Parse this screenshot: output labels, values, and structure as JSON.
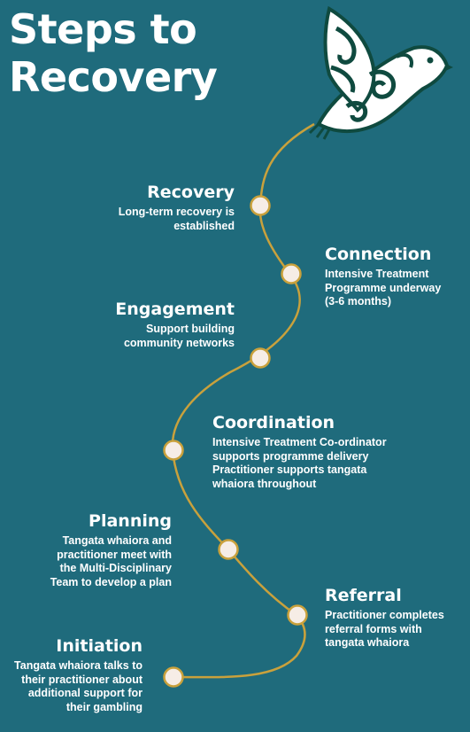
{
  "title": {
    "line1": "Steps to",
    "line2": "Recovery"
  },
  "colors": {
    "background": "#1f6b7c",
    "path": "#c9a13c",
    "node_fill": "#f6ede6",
    "bird_dark": "#0f4a3f",
    "bird_light": "#ffffff"
  },
  "icons": {
    "bird": "dove-icon"
  },
  "steps": [
    {
      "name": "Recovery",
      "desc": [
        "Long-term recovery is",
        "established"
      ]
    },
    {
      "name": "Connection",
      "desc": [
        "Intensive Treatment",
        "Programme underway",
        "(3-6 months)"
      ]
    },
    {
      "name": "Engagement",
      "desc": [
        "Support building",
        "community networks"
      ]
    },
    {
      "name": "Coordination",
      "desc": [
        "Intensive Treatment Co-ordinator",
        "supports programme delivery",
        "Practitioner supports tangata",
        "whaiora throughout"
      ]
    },
    {
      "name": "Planning",
      "desc": [
        "Tangata whaiora and",
        "practitioner meet with",
        "the Multi-Disciplinary",
        "Team to develop a plan"
      ]
    },
    {
      "name": "Referral",
      "desc": [
        "Practitioner completes",
        "referral forms with",
        "tangata whaiora"
      ]
    },
    {
      "name": "Initiation",
      "desc": [
        "Tangata whaiora talks to",
        "their practitioner about",
        "additional support for",
        "their gambling"
      ]
    }
  ]
}
